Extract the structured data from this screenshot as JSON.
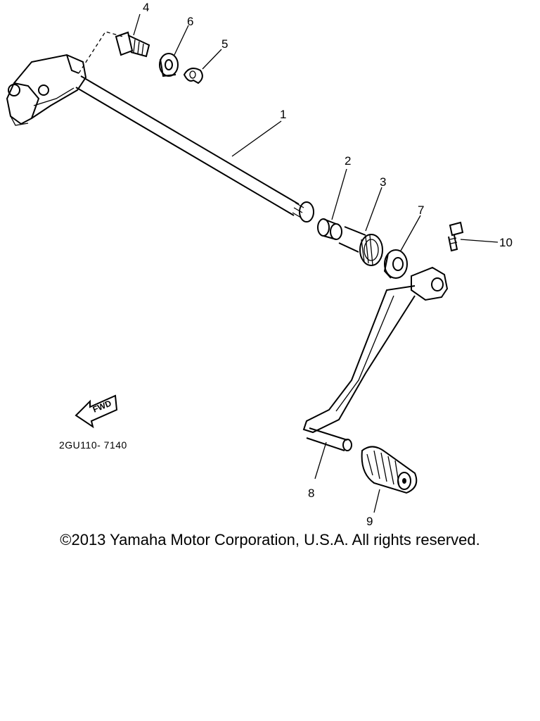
{
  "callouts": [
    {
      "id": "1",
      "label": "1"
    },
    {
      "id": "2",
      "label": "2"
    },
    {
      "id": "3",
      "label": "3"
    },
    {
      "id": "4",
      "label": "4"
    },
    {
      "id": "5",
      "label": "5"
    },
    {
      "id": "6",
      "label": "6"
    },
    {
      "id": "7",
      "label": "7"
    },
    {
      "id": "8",
      "label": "8"
    },
    {
      "id": "9",
      "label": "9"
    },
    {
      "id": "10",
      "label": "10"
    }
  ],
  "diagram_code": "2GU110- 7140",
  "fwd_label": "FWD",
  "copyright": "©2013 Yamaha Motor Corporation, U.S.A. All rights reserved."
}
